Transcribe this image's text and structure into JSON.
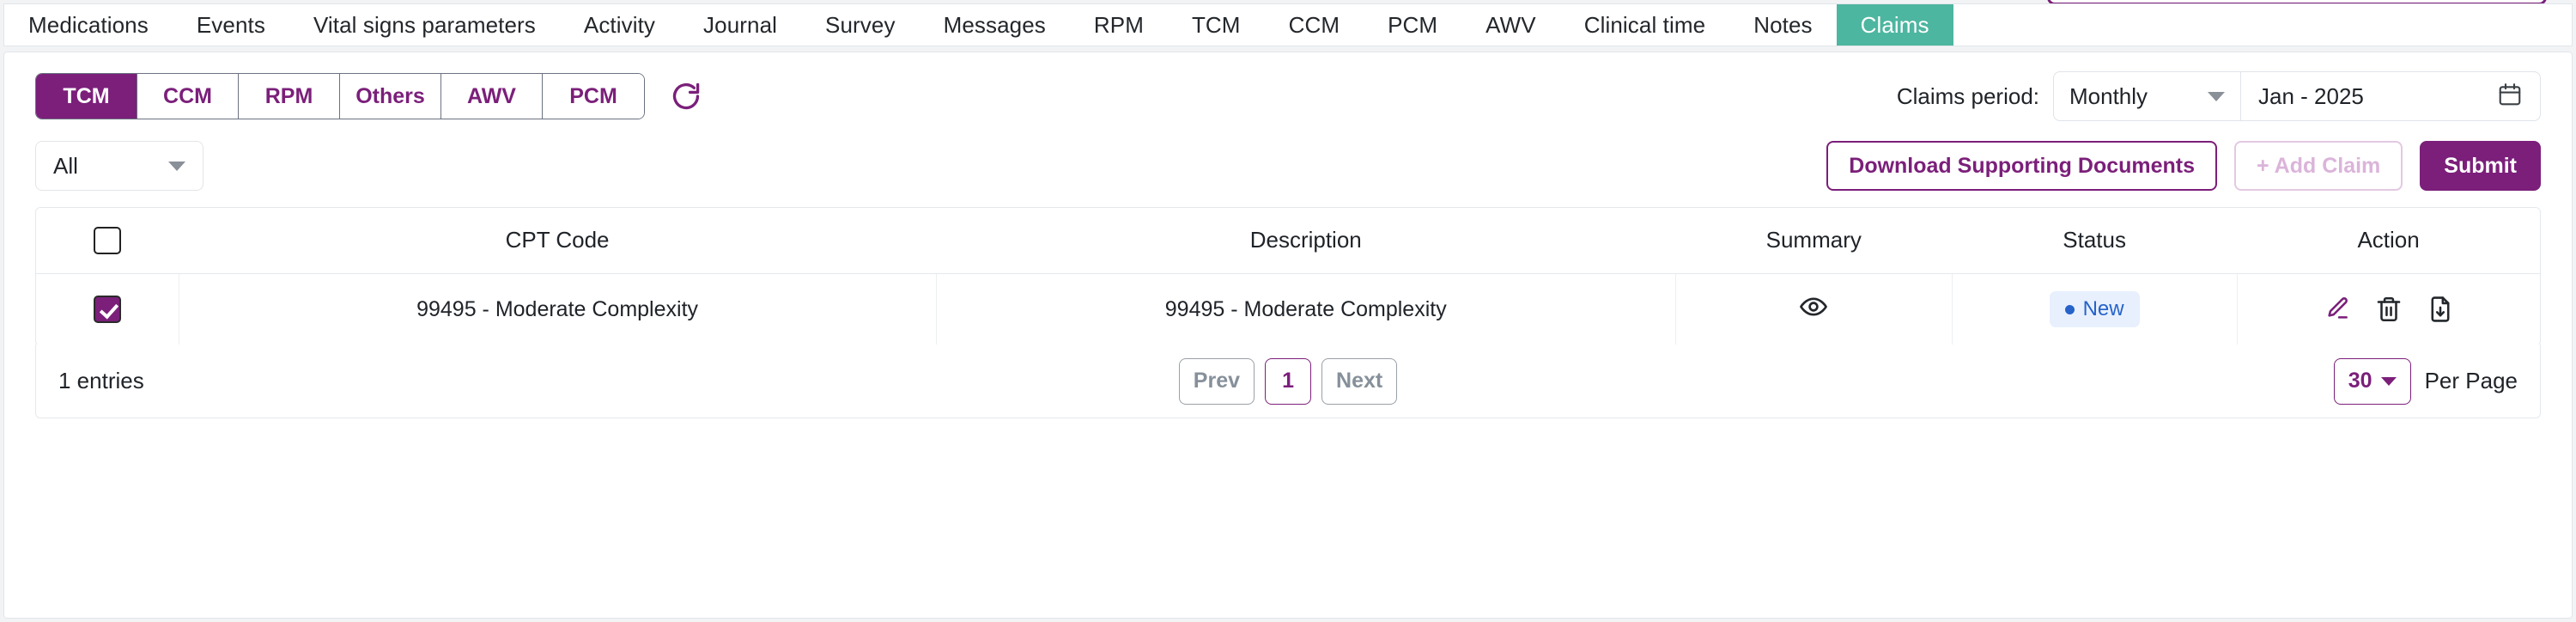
{
  "nav": {
    "items": [
      {
        "label": "Medications",
        "active": false
      },
      {
        "label": "Events",
        "active": false
      },
      {
        "label": "Vital signs parameters",
        "active": false
      },
      {
        "label": "Activity",
        "active": false
      },
      {
        "label": "Journal",
        "active": false
      },
      {
        "label": "Survey",
        "active": false
      },
      {
        "label": "Messages",
        "active": false
      },
      {
        "label": "RPM",
        "active": false
      },
      {
        "label": "TCM",
        "active": false
      },
      {
        "label": "CCM",
        "active": false
      },
      {
        "label": "PCM",
        "active": false
      },
      {
        "label": "AWV",
        "active": false
      },
      {
        "label": "Clinical time",
        "active": false
      },
      {
        "label": "Notes",
        "active": false
      },
      {
        "label": "Claims",
        "active": true
      }
    ]
  },
  "filters": {
    "segments": [
      {
        "label": "TCM",
        "active": true
      },
      {
        "label": "CCM",
        "active": false
      },
      {
        "label": "RPM",
        "active": false
      },
      {
        "label": "Others",
        "active": false
      },
      {
        "label": "AWV",
        "active": false
      },
      {
        "label": "PCM",
        "active": false
      }
    ],
    "refresh_icon": "refresh-icon"
  },
  "claims_period": {
    "label": "Claims period:",
    "frequency": "Monthly",
    "date_range": "Jan - 2025",
    "calendar_icon": "calendar-icon"
  },
  "toolbar": {
    "status_filter": "All",
    "download_label": "Download Supporting Documents",
    "add_claim_label": "+ Add Claim",
    "submit_label": "Submit"
  },
  "table": {
    "columns": [
      "",
      "CPT Code",
      "Description",
      "Summary",
      "Status",
      "Action"
    ],
    "rows": [
      {
        "selected": true,
        "cpt_code": "99495 - Moderate Complexity",
        "description": "99495 - Moderate Complexity",
        "summary_icon": "eye-icon",
        "status": "New",
        "actions": [
          "edit-icon",
          "delete-icon",
          "download-file-icon"
        ]
      }
    ]
  },
  "footer": {
    "entries": "1 entries",
    "prev_label": "Prev",
    "current_page": "1",
    "next_label": "Next",
    "per_page_value": "30",
    "per_page_label": "Per Page"
  },
  "colors": {
    "brand_purple": "#7b1f7a",
    "active_tab_teal": "#4db6a0",
    "status_blue": "#2563c9",
    "status_blue_bg": "#e8f0fe"
  }
}
